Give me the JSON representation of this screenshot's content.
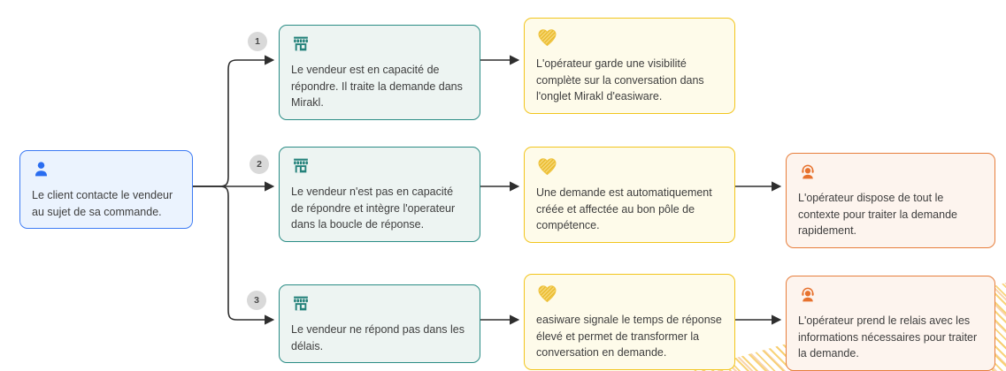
{
  "client": {
    "icon": "person-icon",
    "text": "Le client contacte le vendeur au sujet de sa commande."
  },
  "branches": [
    {
      "number": "1",
      "vendor_icon": "storefront-icon",
      "vendor": "Le vendeur est en capacité de répondre. Il traite la demande dans Mirakl.",
      "easiware_icon": "scribble-heart-icon",
      "easiware": "L'opérateur garde une visibilité complète sur la conversation dans l'onglet Mirakl d'easiware.",
      "operator": ""
    },
    {
      "number": "2",
      "vendor_icon": "storefront-icon",
      "vendor": "Le vendeur n'est pas en capacité de répondre et intègre l'operateur dans la boucle de réponse.",
      "easiware_icon": "scribble-heart-icon",
      "easiware": "Une demande est automatiquement créée et affectée au bon pôle de compétence.",
      "operator_icon": "support-agent-icon",
      "operator": "L'opérateur dispose de tout le contexte pour traiter la demande rapidement."
    },
    {
      "number": "3",
      "vendor_icon": "storefront-icon",
      "vendor": "Le vendeur ne répond pas dans les délais.",
      "easiware_icon": "scribble-heart-icon",
      "easiware": "easiware signale le temps de réponse élevé et permet de transformer la conversation en demande.",
      "operator_icon": "support-agent-icon",
      "operator": "L'opérateur prend le relais avec les informations nécessaires pour traiter la demande."
    }
  ],
  "colors": {
    "client_border": "#3d7bf4",
    "client_bg": "#ebf3fe",
    "client_icon": "#2a6df0",
    "vendor_border": "#2a8c85",
    "vendor_bg": "#edf4f2",
    "vendor_icon": "#25827b",
    "easiware_border": "#f2c51d",
    "easiware_bg": "#fefbea",
    "easiware_icon": "#eec23a",
    "operator_border": "#e77e3c",
    "operator_bg": "#fdf4ee",
    "operator_icon": "#e7722e",
    "badge_bg": "#d9d9d9",
    "connector": "#2e2e2e",
    "text": "#3e3e3e"
  }
}
